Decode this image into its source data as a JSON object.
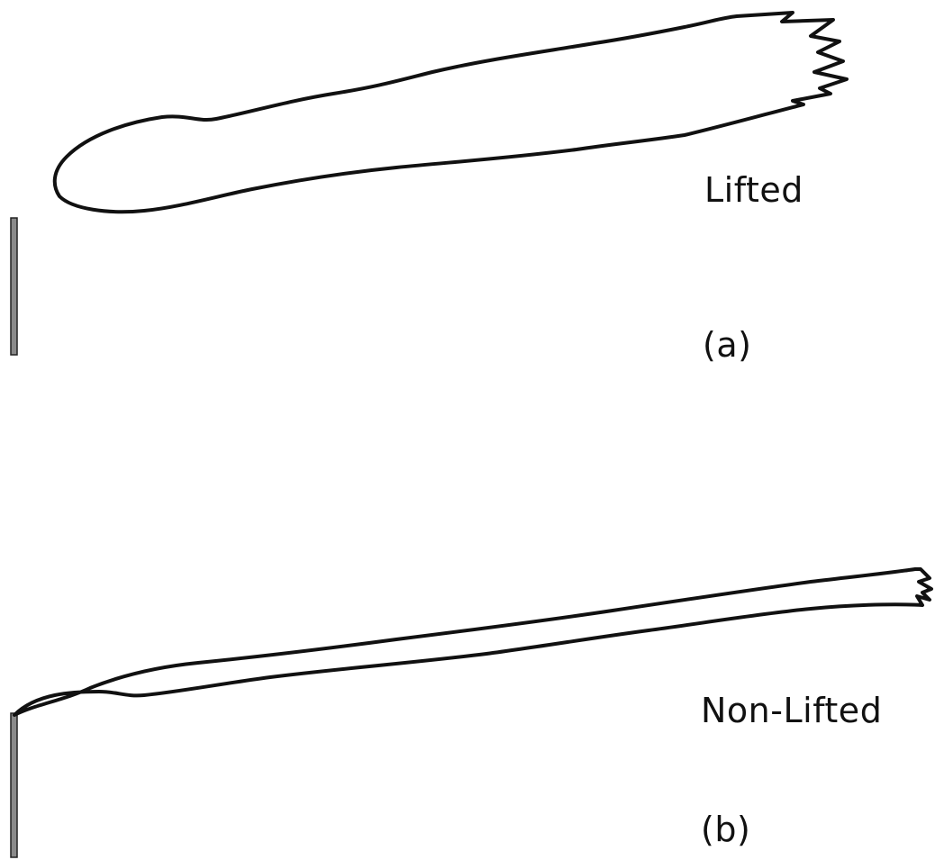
{
  "panels": [
    {
      "id": "a",
      "condition_label": "Lifted",
      "panel_label": "(a)"
    },
    {
      "id": "b",
      "condition_label": "Non-Lifted",
      "panel_label": "(b)"
    }
  ]
}
